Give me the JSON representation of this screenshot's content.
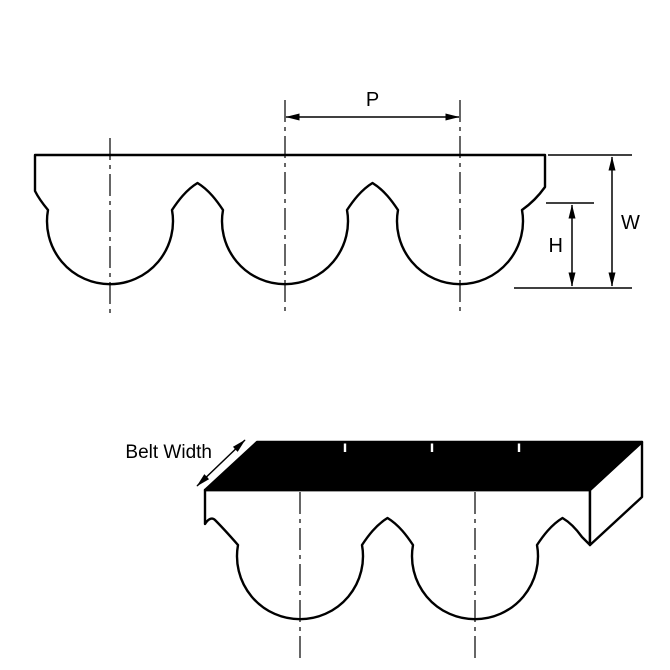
{
  "diagram": {
    "labels": {
      "pitch": "P",
      "overall_thickness": "W",
      "tooth_height": "H",
      "belt_width": "Belt Width"
    },
    "colors": {
      "line": "#000000",
      "top_surface_fill": "#000000",
      "belt_fill": "#ffffff",
      "background": "#ffffff"
    }
  }
}
